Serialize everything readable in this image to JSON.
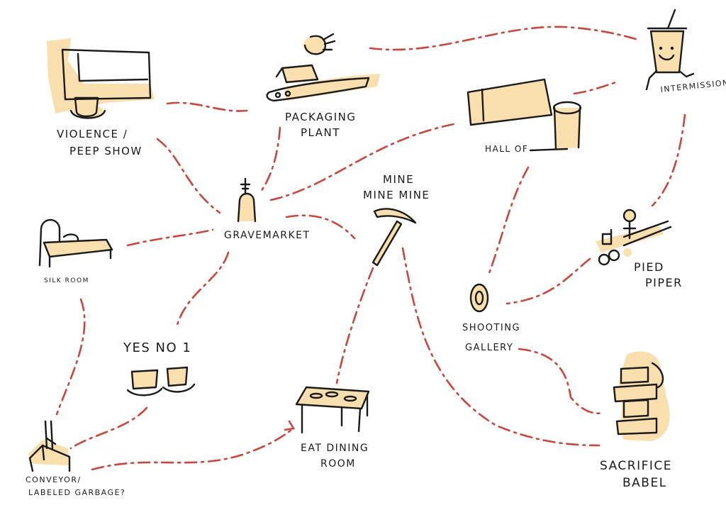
{
  "locations": {
    "violence_peep_show": [
      "VIOLENCE  /",
      "PEEP SHOW"
    ],
    "packaging_plant": [
      "PACKAGING",
      "PLANT"
    ],
    "intermission": "INTERMISSION",
    "hall_of": "HALL OF",
    "gravemarket": "GRAVEMARKET",
    "mine_mine_mine": [
      "MINE",
      "MINE MINE"
    ],
    "silk_room": "SILK ROOM",
    "pied_piper": [
      "PIED",
      "PIPER"
    ],
    "yes_no_1": "YES NO 1",
    "shooting_gallery": [
      "SHOOTING",
      "GALLERY"
    ],
    "eat_dining_room": [
      "EAT DINING",
      "ROOM"
    ],
    "conveyor_labeled_garbage": [
      "CONVEYOR/",
      "LABELED GARBAGE?"
    ],
    "sacrifice_babel": [
      "SACRIFICE",
      "BABEL"
    ]
  },
  "colors": {
    "path": "#c9463c",
    "ink": "#1a1a1a",
    "highlight": "#f9dfae"
  },
  "icons": [
    "peep-show-screen-icon",
    "teacup-icon",
    "conveyor-box-icon",
    "cocktail-cup-mascot-icon",
    "hall-block-icon",
    "gravestone-icon",
    "pickaxe-icon",
    "bed-icon",
    "piper-figure-icon",
    "two-teacups-icon",
    "target-icon",
    "dining-table-icon",
    "conveyor-crane-icon",
    "babel-tower-icon"
  ]
}
